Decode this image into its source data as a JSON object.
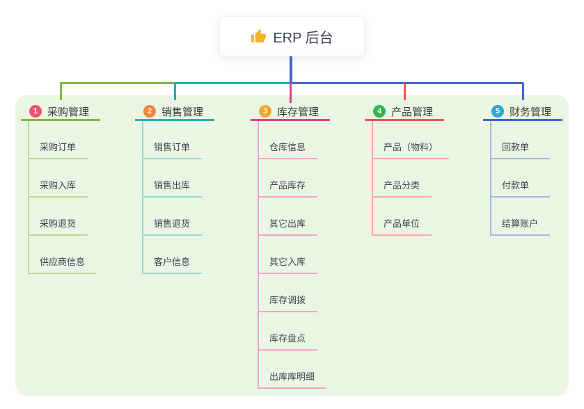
{
  "root": {
    "label": "ERP 后台",
    "icon": "thumbs-up-icon"
  },
  "colors": {
    "panel_bg": "#eaf6e3",
    "root_stem": "#3f66d4",
    "card_bg": "#ffffff",
    "text_primary": "#373737",
    "leaf_text": "#3f4254",
    "thumb_icon": "#f0b429"
  },
  "branches": [
    {
      "index": "1",
      "label": "采购管理",
      "badge_color": "#f1516e",
      "line_color": "#7cbb3f",
      "line_light": "#b9dc90",
      "items": [
        "采购订单",
        "采购入库",
        "采购退货",
        "供应商信息"
      ]
    },
    {
      "index": "2",
      "label": "销售管理",
      "badge_color": "#f6843b",
      "line_color": "#23b3aa",
      "line_light": "#92d9d3",
      "items": [
        "销售订单",
        "销售出库",
        "销售退货",
        "客户信息"
      ]
    },
    {
      "index": "3",
      "label": "库存管理",
      "badge_color": "#f7a52b",
      "line_color": "#e33e90",
      "line_light": "#f2a2cb",
      "items": [
        "仓库信息",
        "产品库存",
        "其它出库",
        "其它入库",
        "库存调拨",
        "库存盘点",
        "出库库明细"
      ]
    },
    {
      "index": "4",
      "label": "产品管理",
      "badge_color": "#2eb84f",
      "line_color": "#f25350",
      "line_light": "#f8a9a4",
      "items": [
        "产品（物料）",
        "产品分类",
        "产品单位"
      ]
    },
    {
      "index": "5",
      "label": "财务管理",
      "badge_color": "#2ba6e3",
      "line_color": "#3f66d4",
      "line_light": "#a3b4e8",
      "items": [
        "回款单",
        "付款单",
        "结算账户"
      ]
    }
  ]
}
